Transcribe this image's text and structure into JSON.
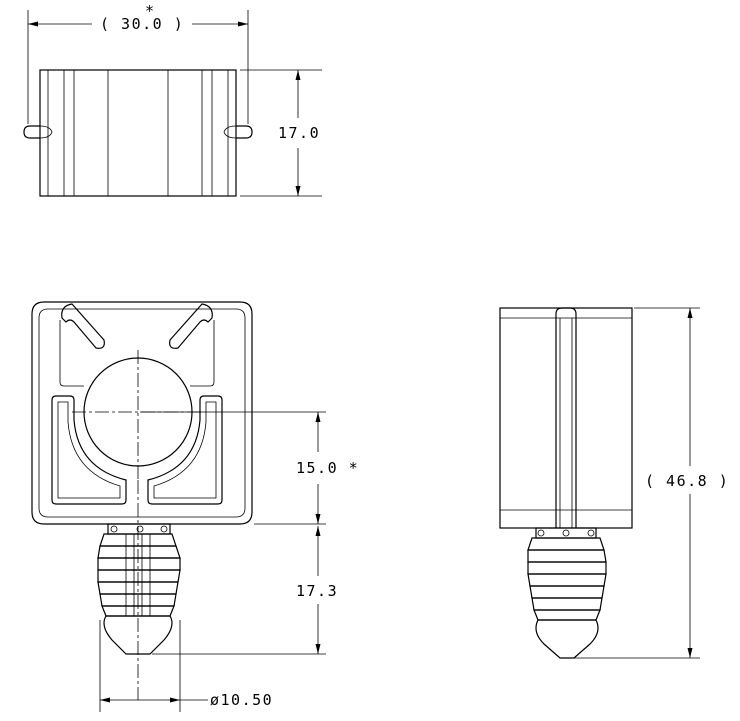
{
  "dimensions": {
    "width_top": "( 30.0 )",
    "width_top_mark": "*",
    "height_top": "17.0",
    "clip_span": "15.0 *",
    "post_length": "17.3",
    "post_diameter": "ø10.50",
    "overall_height": "( 46.8 )"
  }
}
